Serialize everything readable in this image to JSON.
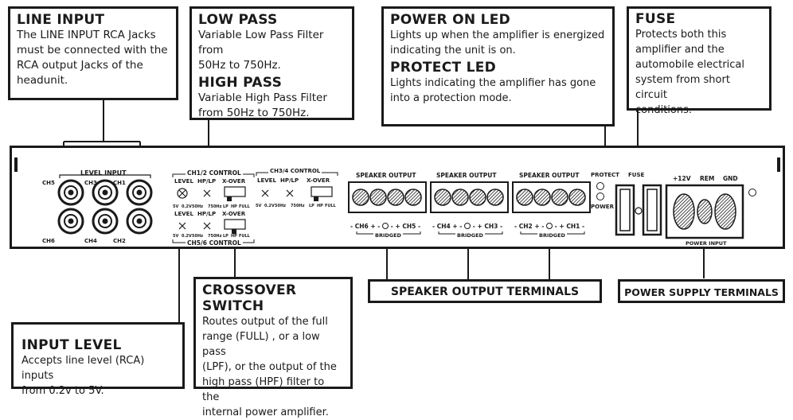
{
  "callouts": {
    "line_input": {
      "title": "LINE INPUT",
      "text": [
        "The LINE INPUT RCA Jacks",
        "must be connected with the",
        "RCA output Jacks of the",
        "headunit."
      ]
    },
    "low_pass": {
      "title": "LOW PASS",
      "text": [
        "Variable Low Pass Filter from",
        "50Hz to 750Hz."
      ]
    },
    "high_pass": {
      "title": "HIGH PASS",
      "text": [
        "Variable High Pass Filter",
        "from 50Hz to 750Hz."
      ]
    },
    "power_led": {
      "title": "POWER ON LED",
      "text": [
        "Lights up when the amplifier is energized",
        "indicating the unit is on."
      ]
    },
    "protect_led": {
      "title": "PROTECT LED",
      "text": [
        "Lights indicating the amplifier has gone",
        "into a protection mode."
      ]
    },
    "fuse": {
      "title": "FUSE",
      "text": [
        "Protects both this",
        "amplifier and the",
        "automobile electrical",
        "system from short circuit",
        "conditions."
      ]
    },
    "input_level": {
      "title": "INPUT LEVEL",
      "text": [
        "Accepts line level (RCA) inputs",
        "from 0.2v to 5V."
      ]
    },
    "crossover": {
      "title": "CROSSOVER SWITCH",
      "text": [
        "Routes output of the full",
        "range (FULL) , or a low pass",
        "(LPF), or the output of the",
        "high pass (HPF) filter to the",
        "internal power amplifier."
      ]
    },
    "speaker_terminals": {
      "title": "SPEAKER OUTPUT TERMINALS"
    },
    "power_terminals": {
      "title": "POWER SUPPLY TERMINALS"
    }
  },
  "panel": {
    "level_input": "LEVEL INPUT",
    "rca_labels": [
      "CH5",
      "CH3",
      "CH1",
      "CH6",
      "CH4",
      "CH2"
    ],
    "ch12_control": "CH1/2 CONTROL",
    "ch34_control": "CH3/4 CONTROL",
    "ch56_control": "CH5/6 CONTROL",
    "level": "LEVEL",
    "hplp": "HP/LP",
    "xover": "X-OVER",
    "knob_scale": [
      "5V",
      "0.2V",
      "50Hz",
      "750Hz"
    ],
    "switch_scale": [
      "LP",
      "HP",
      "FULL"
    ],
    "speaker_output": "SPEAKER OUTPUT",
    "bridges": [
      {
        "neg": "-",
        "ch_a": "CH6",
        "plus_a": "+",
        "mid": "-",
        "plus_b": "+",
        "ch_b": "CH5",
        "neg_b": "-",
        "bridged": "BRIDGED"
      },
      {
        "neg": "-",
        "ch_a": "CH4",
        "plus_a": "+",
        "mid": "-",
        "plus_b": "+",
        "ch_b": "CH3",
        "neg_b": "-",
        "bridged": "BRIDGED"
      },
      {
        "neg": "-",
        "ch_a": "CH2",
        "plus_a": "+",
        "mid": "-",
        "plus_b": "+",
        "ch_b": "CH1",
        "neg_b": "-",
        "bridged": "BRIDGED"
      }
    ],
    "protect": "PROTECT",
    "power": "POWER",
    "fuse": "FUSE",
    "plus12v": "+12V",
    "rem": "REM",
    "gnd": "GND",
    "power_input": "POWER INPUT"
  }
}
